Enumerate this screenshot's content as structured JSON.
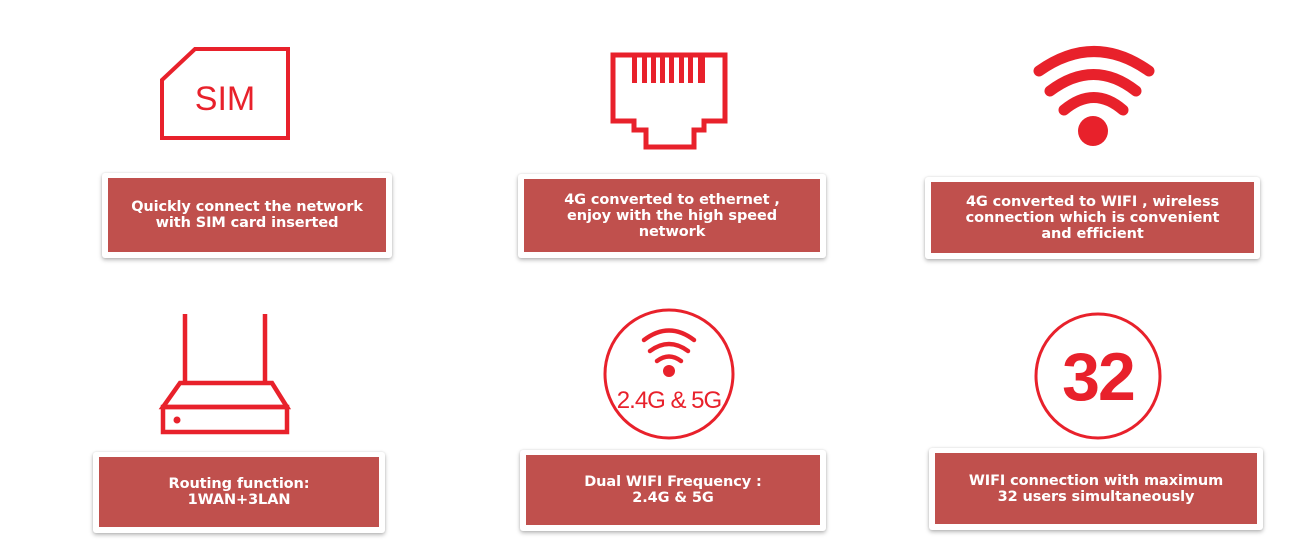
{
  "accent_color": "#e8212b",
  "caption_bg_color": "#c0504d",
  "features": [
    {
      "icon": "sim-card-icon",
      "icon_text": "SIM",
      "caption": "Quickly connect  the network\nwith SIM card inserted"
    },
    {
      "icon": "ethernet-port-icon",
      "caption": "4G converted to ethernet ,\n enjoy with the high speed\nnetwork"
    },
    {
      "icon": "wifi-icon",
      "caption": "4G converted to  WIFI ,  wireless\nconnection which is convenient\nand efficient"
    },
    {
      "icon": "router-icon",
      "caption": "Routing function:\n1WAN+3LAN"
    },
    {
      "icon": "dual-band-wifi-icon",
      "icon_text": "2.4G & 5G",
      "caption": "Dual WIFI Frequency :\n2.4G & 5G"
    },
    {
      "icon": "max-users-icon",
      "icon_text": "32",
      "caption": "WIFI connection with maximum\n32 users simultaneously"
    }
  ]
}
